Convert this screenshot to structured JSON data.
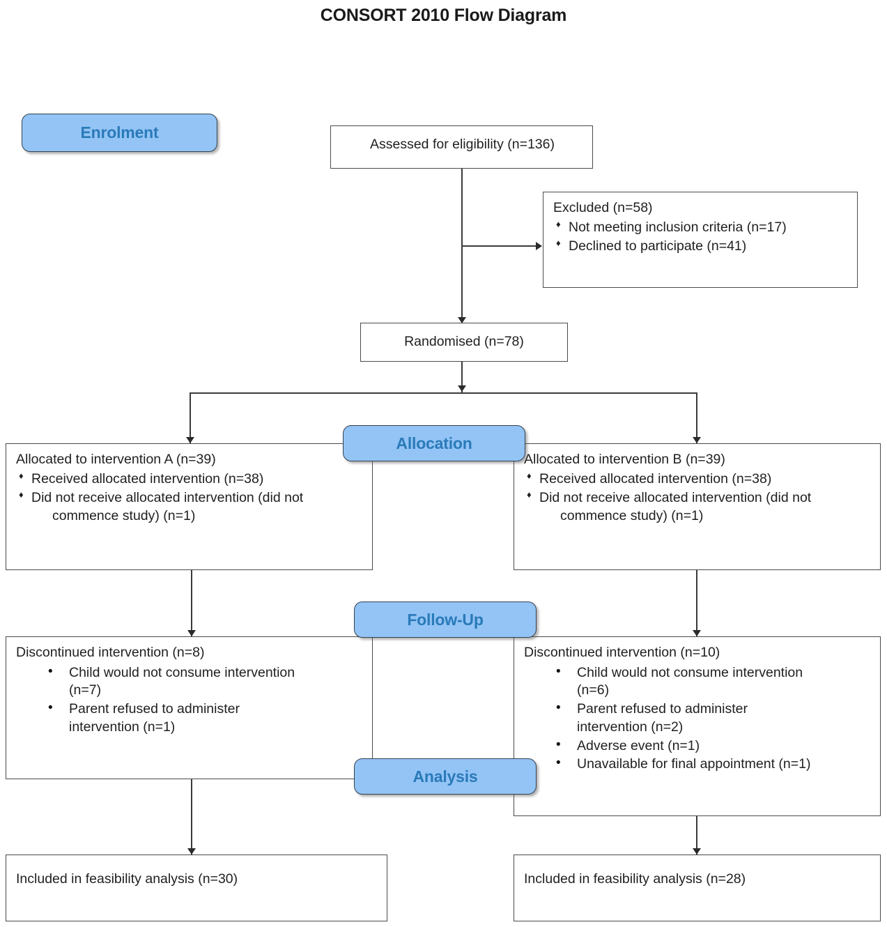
{
  "title": "CONSORT 2010 Flow Diagram",
  "stages": {
    "enrolment": "Enrolment",
    "allocation": "Allocation",
    "followup": "Follow-Up",
    "analysis": "Analysis"
  },
  "colors": {
    "badge_fill": "#93C4F5",
    "badge_text": "#2A7AB9",
    "badge_border": "#33414F",
    "box_border": "#4A4A4A",
    "connector": "#3A3A3A",
    "text": "#1F1F1F"
  },
  "nodes": {
    "assessed": {
      "header": "Assessed for eligibility (n=136)"
    },
    "excluded": {
      "header": "Excluded  (n=58)",
      "bullets": [
        "Not meeting inclusion criteria (n=17)",
        "Declined to participate (n=41)"
      ]
    },
    "randomised": {
      "header": "Randomised (n=78)"
    },
    "allocated_a": {
      "header": "Allocated to intervention A (n=39)",
      "bullets": [
        {
          "line1": "Received allocated intervention (n=38)",
          "line2": ""
        },
        {
          "line1": "Did not receive allocated intervention (did not",
          "line2": "commence study) (n=1)"
        }
      ]
    },
    "allocated_b": {
      "header": "Allocated to intervention B (n=39)",
      "bullets": [
        {
          "line1": "Received allocated intervention (n=38)",
          "line2": ""
        },
        {
          "line1": "Did not receive allocated intervention (did not",
          "line2": "commence study) (n=1)"
        }
      ]
    },
    "followup_a": {
      "header": "Discontinued intervention (n=8)",
      "bullets": [
        {
          "line1": "Child would not consume intervention",
          "line2": "(n=7)"
        },
        {
          "line1": "Parent refused to administer",
          "line2": "intervention (n=1)"
        }
      ]
    },
    "followup_b": {
      "header": "Discontinued intervention (n=10)",
      "bullets": [
        {
          "line1": "Child would not consume intervention",
          "line2": "(n=6)"
        },
        {
          "line1": "Parent refused to administer",
          "line2": "intervention (n=2)"
        },
        {
          "line1": "Adverse event (n=1)",
          "line2": ""
        },
        {
          "line1": "Unavailable for final appointment (n=1)",
          "line2": ""
        }
      ]
    },
    "analysis_a": {
      "header": "Included in feasibility analysis (n=30)"
    },
    "analysis_b": {
      "header": "Included in feasibility analysis (n=28)"
    }
  },
  "chart_data": {
    "type": "diagram",
    "title": "CONSORT 2010 Flow Diagram",
    "flow": [
      {
        "stage": "Enrolment",
        "node": "Assessed for eligibility",
        "n": 136
      },
      {
        "stage": "Enrolment",
        "node": "Excluded",
        "n": 58,
        "reasons": [
          {
            "label": "Not meeting inclusion criteria",
            "n": 17
          },
          {
            "label": "Declined to participate",
            "n": 41
          }
        ]
      },
      {
        "stage": "Enrolment",
        "node": "Randomised",
        "n": 78
      },
      {
        "stage": "Allocation",
        "arm": "A",
        "node": "Allocated to intervention A",
        "n": 39,
        "details": [
          {
            "label": "Received allocated intervention",
            "n": 38
          },
          {
            "label": "Did not receive allocated intervention (did not commence study)",
            "n": 1
          }
        ]
      },
      {
        "stage": "Allocation",
        "arm": "B",
        "node": "Allocated to intervention B",
        "n": 39,
        "details": [
          {
            "label": "Received allocated intervention",
            "n": 38
          },
          {
            "label": "Did not receive allocated intervention (did not commence study)",
            "n": 1
          }
        ]
      },
      {
        "stage": "Follow-Up",
        "arm": "A",
        "node": "Discontinued intervention",
        "n": 8,
        "reasons": [
          {
            "label": "Child would not consume intervention",
            "n": 7
          },
          {
            "label": "Parent refused to administer intervention",
            "n": 1
          }
        ]
      },
      {
        "stage": "Follow-Up",
        "arm": "B",
        "node": "Discontinued intervention",
        "n": 10,
        "reasons": [
          {
            "label": "Child would not consume intervention",
            "n": 6
          },
          {
            "label": "Parent refused to administer intervention",
            "n": 2
          },
          {
            "label": "Adverse event",
            "n": 1
          },
          {
            "label": "Unavailable for final appointment",
            "n": 1
          }
        ]
      },
      {
        "stage": "Analysis",
        "arm": "A",
        "node": "Included in feasibility analysis",
        "n": 30
      },
      {
        "stage": "Analysis",
        "arm": "B",
        "node": "Included in feasibility analysis",
        "n": 28
      }
    ]
  }
}
